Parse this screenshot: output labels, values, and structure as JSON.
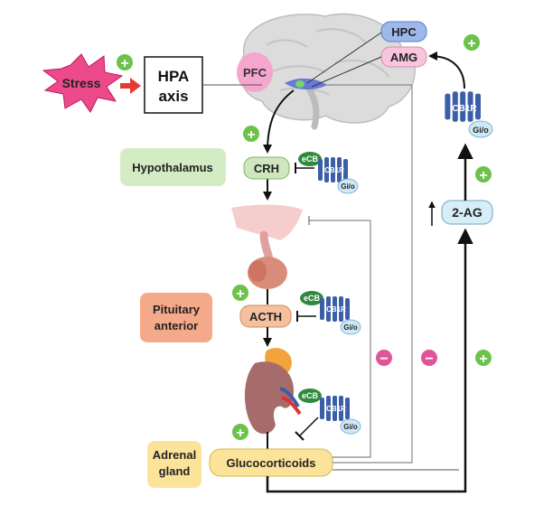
{
  "labels": {
    "stress": "Stress",
    "hpa_line1": "HPA",
    "hpa_line2": "axis",
    "pfc": "PFC",
    "hpc": "HPC",
    "amg": "AMG",
    "hypothalamus": "Hypothalamus",
    "crh": "CRH",
    "pituitary_line1": "Pituitary",
    "pituitary_line2": "anterior",
    "acth": "ACTH",
    "adrenal_line1": "Adrenal",
    "adrenal_line2": "gland",
    "glucocorticoids": "Glucocorticoids",
    "two_ag": "2-AG",
    "ecb": "eCB",
    "cb1r": "CB1R",
    "gio": "Gi/o"
  },
  "signs": {
    "plus": "+",
    "minus": "−"
  },
  "colors": {
    "stress_fill": "#ec4a8a",
    "arrow_red": "#e53935",
    "plus_green": "#6cc24a",
    "minus_pink": "#e0559a",
    "pfc": "#f4a6cf",
    "hpc": "#9db8ea",
    "amg": "#f7c6dc",
    "hypothalamus_box": "#d4ecc4",
    "crh_box": "#cfe6bf",
    "pituitary_box": "#f4a98a",
    "acth_box": "#f5c09e",
    "adrenal_box": "#fbe39a",
    "gluco_box": "#fbe39a",
    "two_ag_box": "#d6eef7",
    "ecb": "#2f8a3e",
    "cb1r": "#3a5fa8",
    "gio": "#cfe8f6"
  }
}
